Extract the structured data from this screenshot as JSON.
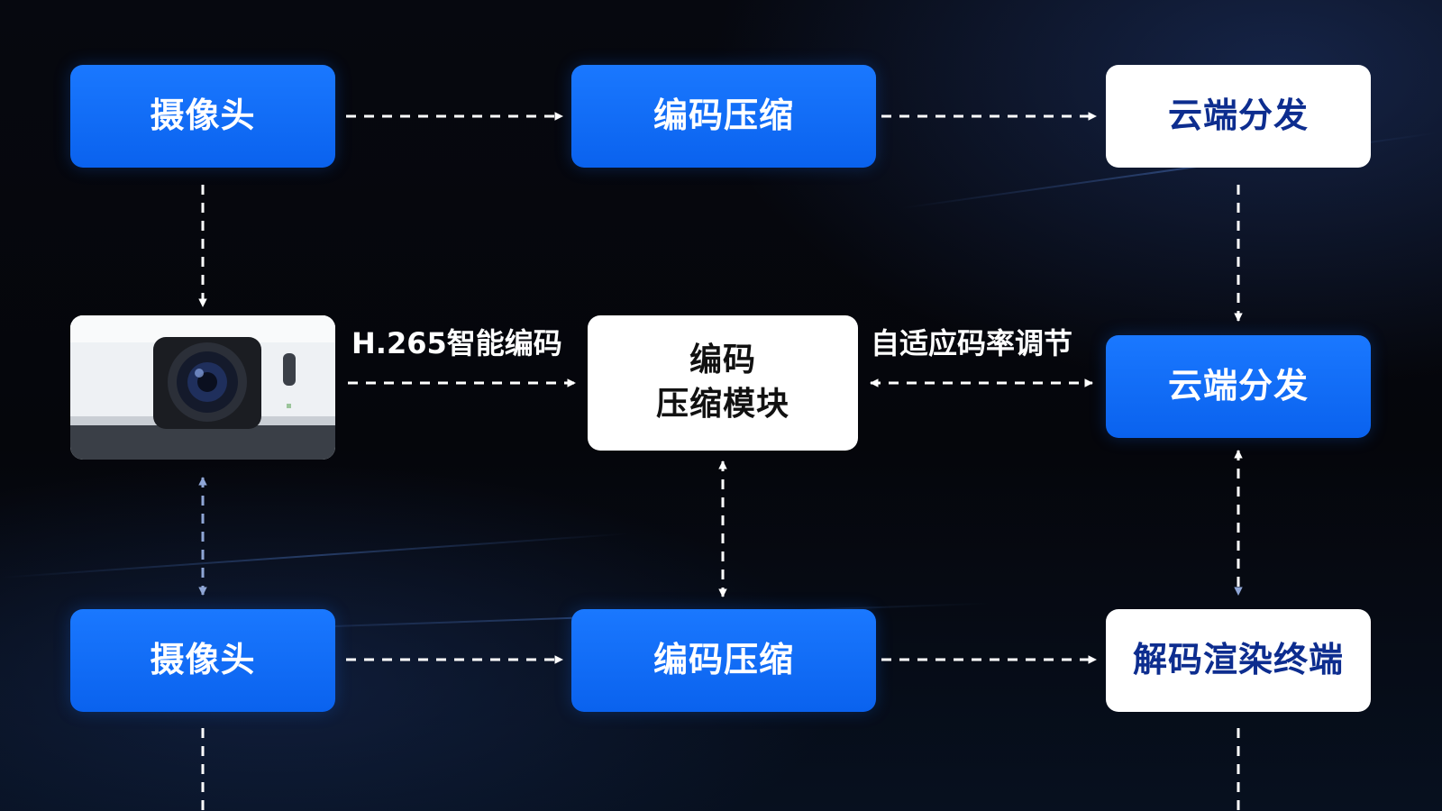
{
  "colors": {
    "blue_box": "#1a78ff",
    "white_box": "#ffffff",
    "white_box_text": "#0d2d8f",
    "arrow_white": "#ffffff",
    "arrow_light_blue": "#8fa6d6"
  },
  "row1": {
    "camera": "摄像头",
    "encode": "编码压缩",
    "cloud": "云端分发"
  },
  "row2": {
    "device_image": "camera-device-image",
    "edge_left": "H.265智能编码",
    "center_line1": "编码",
    "center_line2": "压缩模块",
    "edge_right": "自适应码率调节",
    "cloud": "云端分发"
  },
  "row3": {
    "camera": "摄像头",
    "encode": "编码压缩",
    "terminal": "解码渲染终端"
  }
}
